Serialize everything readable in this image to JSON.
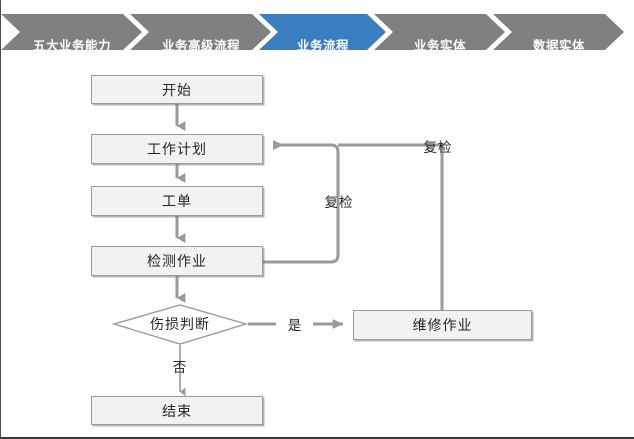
{
  "breadcrumb": {
    "active_color": "#3a7ebf",
    "inactive_color": "#808080",
    "items": [
      {
        "label": "五大业务能力",
        "active": false
      },
      {
        "label": "业务高级流程",
        "active": false
      },
      {
        "label": "业务流程",
        "active": true
      },
      {
        "label": "业务实体",
        "active": false
      },
      {
        "label": "数据实体",
        "active": false
      }
    ]
  },
  "flowchart": {
    "type": "flowchart",
    "orientation": "top-down",
    "node_fill": "#f2f2f2",
    "node_border": "#9a9a9a",
    "connector_color": "#9a9a9a",
    "nodes": [
      {
        "id": "start",
        "label": "开始",
        "shape": "rect"
      },
      {
        "id": "plan",
        "label": "工作计划",
        "shape": "rect"
      },
      {
        "id": "workorder",
        "label": "工单",
        "shape": "rect"
      },
      {
        "id": "inspect",
        "label": "检测作业",
        "shape": "rect"
      },
      {
        "id": "decision",
        "label": "伤损判断",
        "shape": "diamond"
      },
      {
        "id": "repair",
        "label": "维修作业",
        "shape": "rect"
      },
      {
        "id": "end",
        "label": "结束",
        "shape": "rect"
      }
    ],
    "edges": [
      {
        "from": "start",
        "to": "plan",
        "label": ""
      },
      {
        "from": "plan",
        "to": "workorder",
        "label": ""
      },
      {
        "from": "workorder",
        "to": "inspect",
        "label": ""
      },
      {
        "from": "inspect",
        "to": "decision",
        "label": ""
      },
      {
        "from": "decision",
        "to": "repair",
        "label": "是"
      },
      {
        "from": "decision",
        "to": "end",
        "label": "否"
      },
      {
        "from": "inspect",
        "to": "plan",
        "label": "复检"
      },
      {
        "from": "repair",
        "to": "plan",
        "label": "复检"
      }
    ],
    "labels": {
      "yes": "是",
      "no": "否",
      "recheck_inner": "复检",
      "recheck_outer": "复检"
    }
  }
}
